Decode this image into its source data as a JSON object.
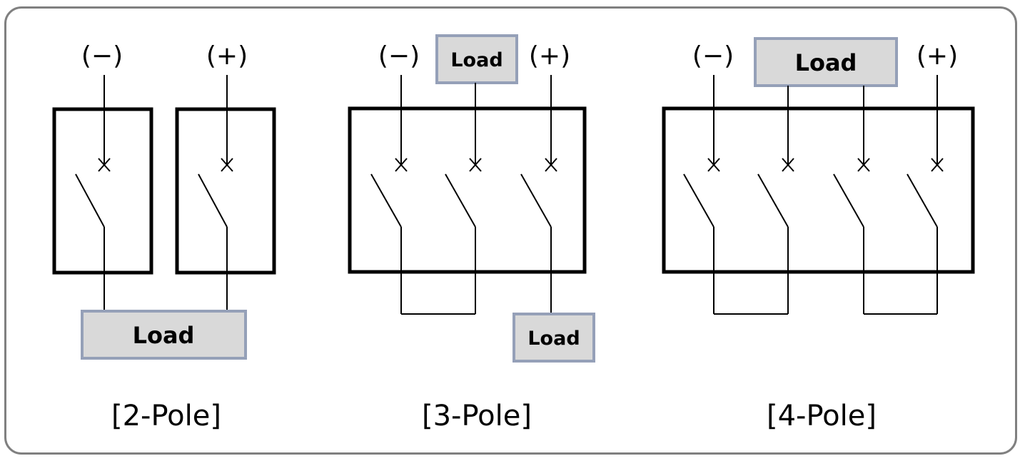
{
  "diagrams": {
    "two_pole": {
      "caption": "[2-Pole]",
      "negative_label": "(−)",
      "positive_label": "(+)",
      "load_label": "Load"
    },
    "three_pole": {
      "caption": "[3-Pole]",
      "negative_label": "(−)",
      "positive_label": "(+)",
      "load_top_label": "Load",
      "load_bottom_label": "Load"
    },
    "four_pole": {
      "caption": "[4-Pole]",
      "negative_label": "(−)",
      "positive_label": "(+)",
      "load_label": "Load"
    }
  },
  "colors": {
    "frame_border": "#808080",
    "load_fill": "#d9d9d9",
    "load_border": "#95a0b8",
    "lines": "#000000"
  }
}
